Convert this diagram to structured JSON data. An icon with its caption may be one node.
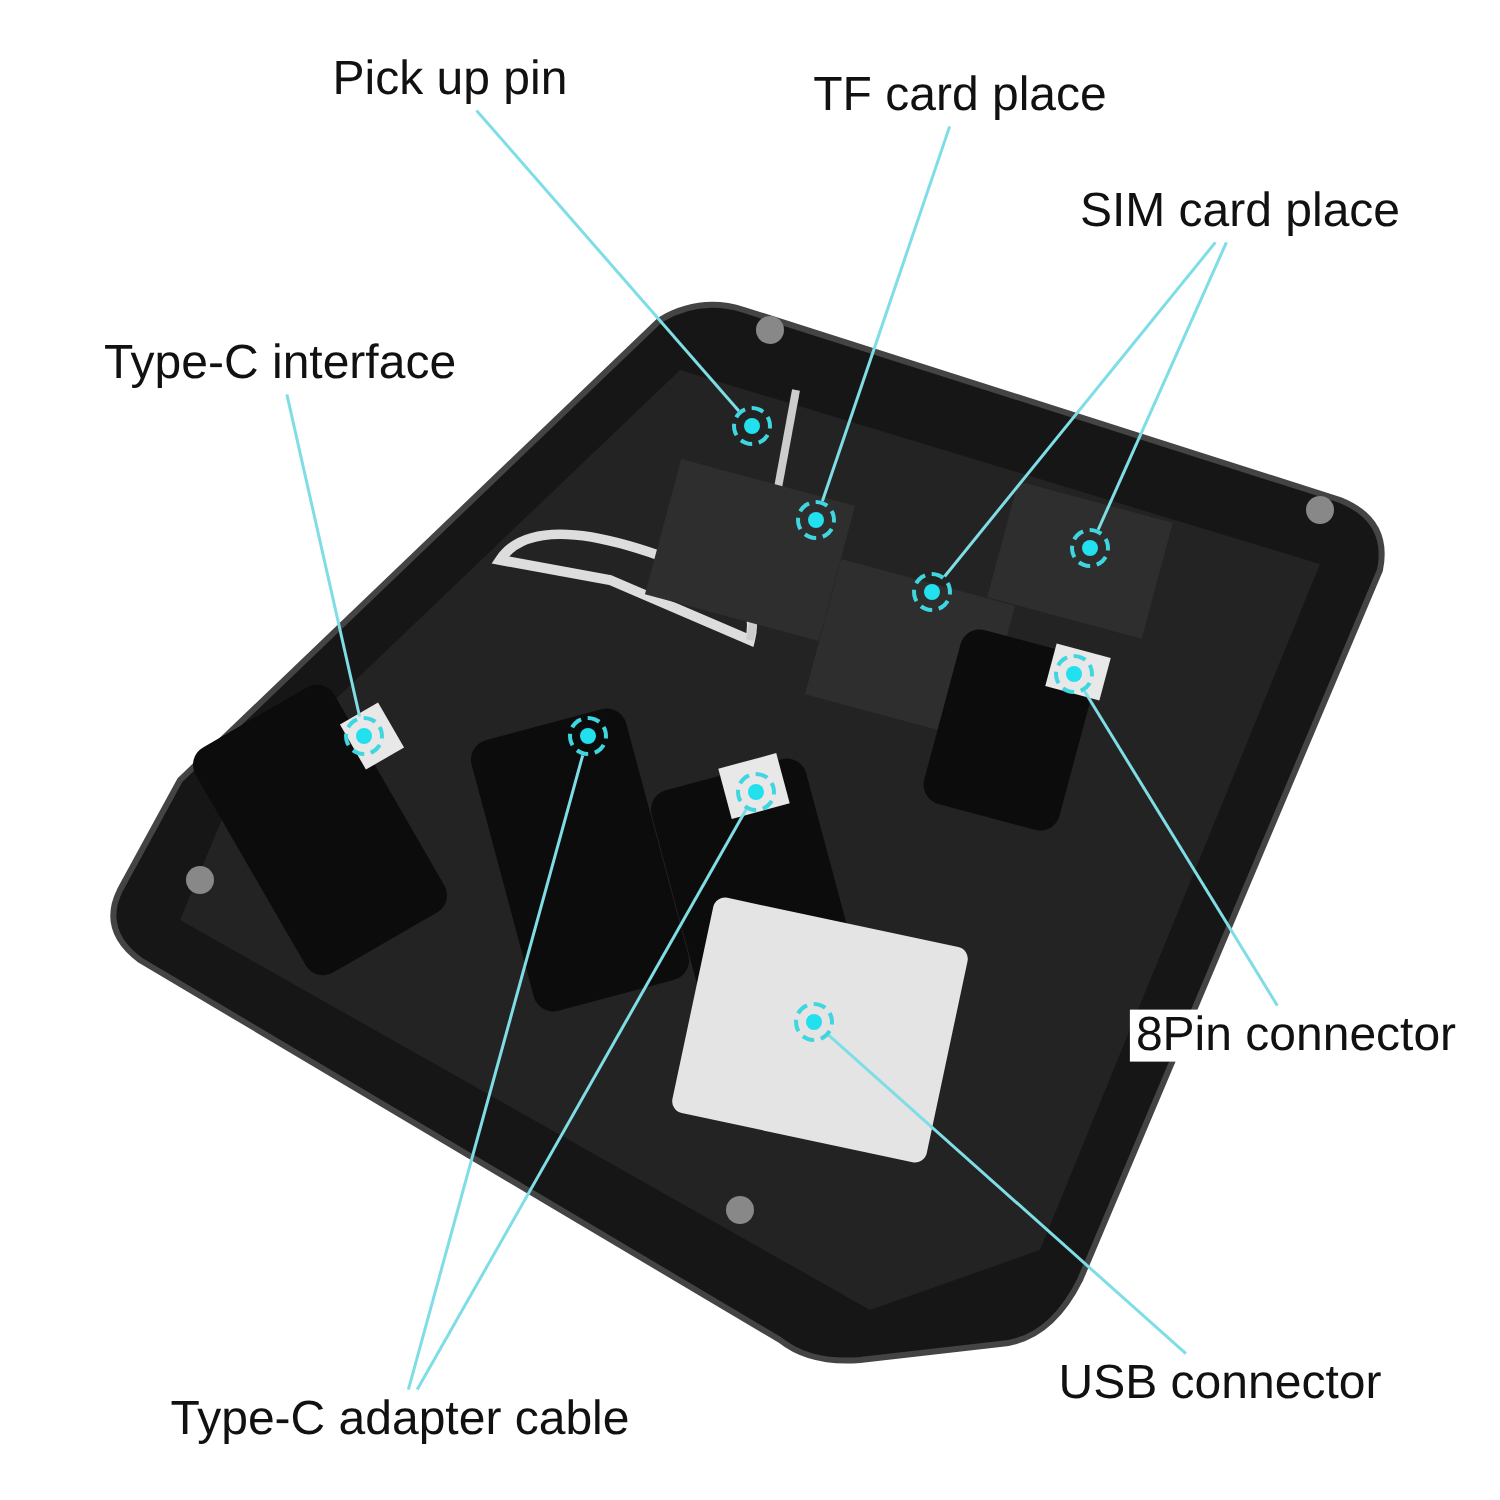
{
  "diagram": {
    "nodes": [
      {
        "text": [
          "Pick up pin"
        ]
      },
      {
        "text": [
          "TF card place"
        ]
      },
      {
        "text": [
          "SIM card place"
        ]
      },
      {
        "text": [
          "Type-C interface"
        ]
      },
      {
        "text": [
          "8Pin connector"
        ]
      },
      {
        "text": [
          "USB connector"
        ]
      },
      {
        "text": [
          "Type-C adapter cable"
        ]
      },
      {
        "text": [],
        "shape": "circle"
      },
      {
        "text": [],
        "shape": "circle"
      },
      {
        "text": [],
        "shape": "circle"
      },
      {
        "text": [],
        "shape": "circle"
      },
      {
        "text": [],
        "shape": "circle"
      },
      {
        "text": [],
        "shape": "circle"
      },
      {
        "text": [],
        "shape": "circle"
      },
      {
        "text": [],
        "shape": "circle"
      },
      {
        "text": [],
        "shape": "circle"
      }
    ],
    "edges": [
      {
        "from": 0,
        "to": 9,
        "arrow": "none"
      },
      {
        "from": 1,
        "to": 12,
        "arrow": "none"
      },
      {
        "from": 2,
        "to": 13,
        "arrow": "none"
      },
      {
        "from": 2,
        "to": 15,
        "arrow": "none"
      },
      {
        "from": 3,
        "to": 7,
        "arrow": "none"
      },
      {
        "from": 4,
        "to": 14,
        "arrow": "none"
      },
      {
        "from": 5,
        "to": 11,
        "arrow": "none"
      },
      {
        "from": 6,
        "to": 8,
        "arrow": "none"
      },
      {
        "from": 6,
        "to": 10,
        "arrow": "none"
      }
    ]
  }
}
